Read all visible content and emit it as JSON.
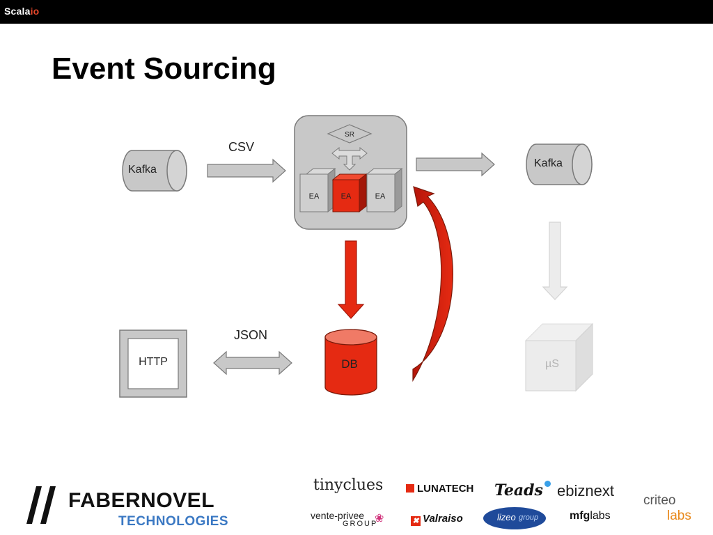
{
  "header": {
    "brand": "Scala",
    "brand_accent": "io"
  },
  "slide": {
    "title": "Event Sourcing"
  },
  "diagram": {
    "source_queue": "Kafka",
    "source_edge_label": "CSV",
    "router": "SR",
    "actors": [
      "EA",
      "EA",
      "EA"
    ],
    "sink_queue": "Kafka",
    "database": "DB",
    "http": "HTTP",
    "http_edge_label": "JSON",
    "microservice": "µS"
  },
  "footer": {
    "faber_line1": "FABERNOVEL",
    "faber_line2": "TECHNOLOGIES",
    "partners": [
      "tinyclues",
      "LUNATECH",
      "Teads",
      "ebiznext",
      "criteo",
      "labs",
      "vente-privee",
      "GROUP",
      "Valraiso",
      "lizeo",
      "group",
      "mfg",
      "labs"
    ]
  },
  "colors": {
    "accent_red": "#e52a12",
    "gray_fill": "#c8c8c8",
    "gray_stroke": "#7a7a7a",
    "faded": "#e6e6e6",
    "faber_blue": "#3a78c3"
  }
}
